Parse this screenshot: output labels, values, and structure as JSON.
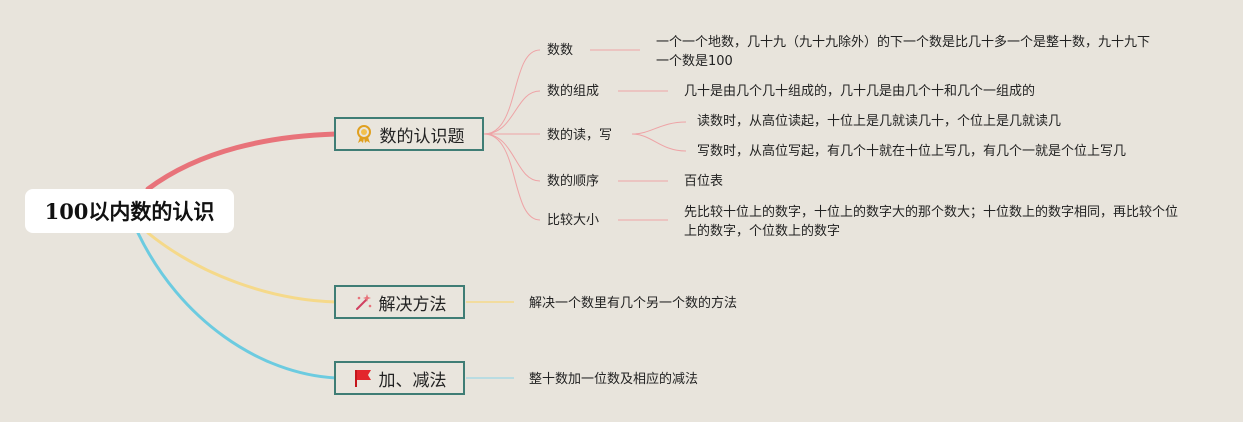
{
  "root": {
    "label": "100以内数的认识"
  },
  "branches": [
    {
      "label": "数的认识题",
      "icon": "award-badge-icon",
      "children": [
        {
          "label": "数数",
          "detail": "一个一个地数，几十九（九十九除外）的下一个数是比几十多一个是整十数，九十九下一个数是100"
        },
        {
          "label": "数的组成",
          "detail": "几十是由几个几十组成的，几十几是由几个十和几个一组成的"
        },
        {
          "label": "数的读，写",
          "details": [
            "读数时，从高位读起，十位上是几就读几十，个位上是几就读几",
            "写数时，从高位写起，有几个十就在十位上写几，有几个一就是个位上写几"
          ]
        },
        {
          "label": "数的顺序",
          "detail": "百位表"
        },
        {
          "label": "比较大小",
          "detail": "先比较十位上的数字，十位上的数字大的那个数大；十位数上的数字相同，再比较个位上的数字，个位数上的数字"
        }
      ]
    },
    {
      "label": "解决方法",
      "icon": "magic-wand-icon",
      "detail": "解决一个数里有几个另一个数的方法"
    },
    {
      "label": "加、减法",
      "icon": "red-flag-icon",
      "detail": "整十数加一位数及相应的减法"
    }
  ],
  "colors": {
    "background": "#e8e4dc",
    "branch1": "#e8737a",
    "branch2": "#f5d98a",
    "branch3": "#6ccbe0",
    "node_border": "#3f7d75",
    "sub_link": "#eea3a6"
  }
}
